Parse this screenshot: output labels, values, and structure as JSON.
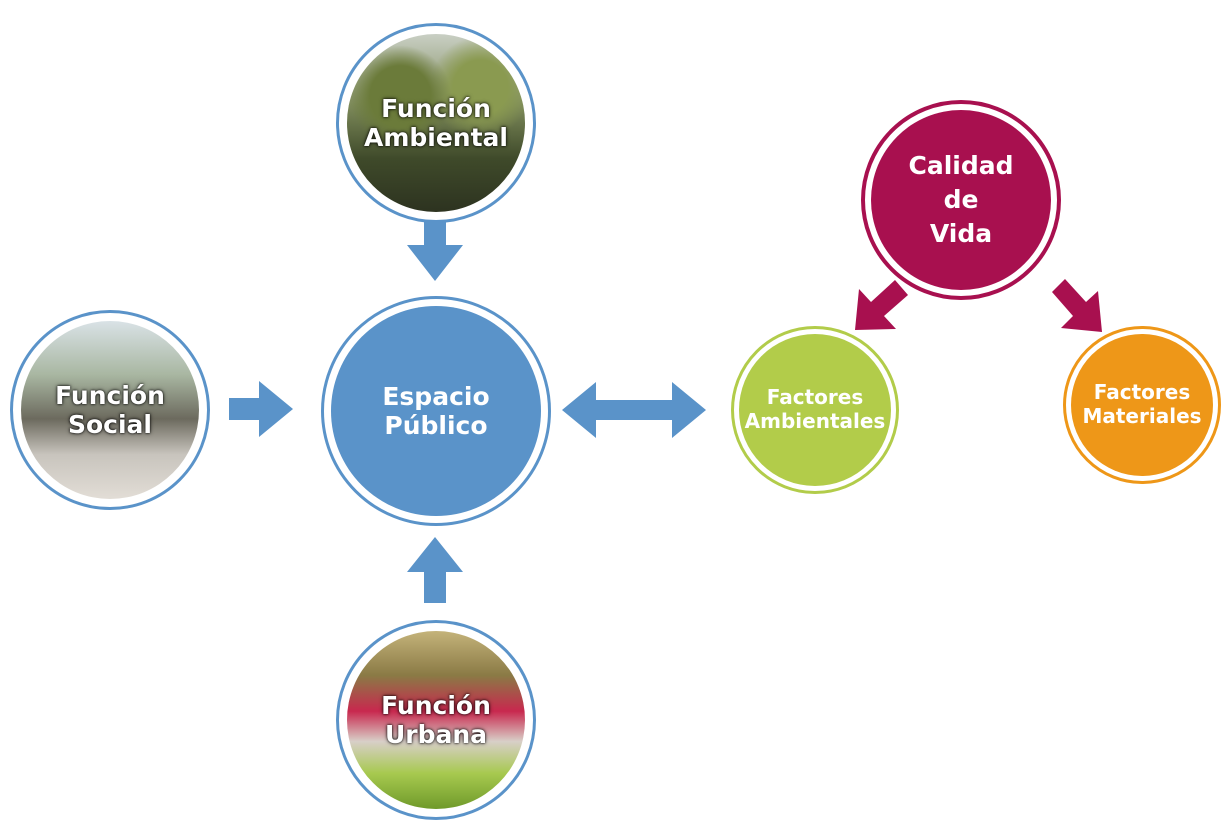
{
  "colors": {
    "blue": "#5a93c9",
    "magenta": "#a8104f",
    "green": "#b2cc4a",
    "orange": "#ee9718"
  },
  "nodes": {
    "ambiental": {
      "line1": "Función",
      "line2": "Ambiental"
    },
    "social": {
      "line1": "Función",
      "line2": "Social"
    },
    "urbana": {
      "line1": "Función",
      "line2": "Urbana"
    },
    "espacio": {
      "line1": "Espacio",
      "line2": "Público"
    },
    "calidad": {
      "line1": "Calidad",
      "line2": "de",
      "line3": "Vida"
    },
    "ambientales": {
      "line1": "Factores",
      "line2": "Ambientales"
    },
    "materiales": {
      "line1": "Factores",
      "line2": "Materiales"
    }
  },
  "connections": [
    {
      "from": "Función Ambiental",
      "to": "Espacio Público",
      "type": "one-way"
    },
    {
      "from": "Función Social",
      "to": "Espacio Público",
      "type": "one-way"
    },
    {
      "from": "Función Urbana",
      "to": "Espacio Público",
      "type": "one-way"
    },
    {
      "from": "Espacio Público",
      "to": "Factores Ambientales",
      "type": "two-way"
    },
    {
      "from": "Calidad de Vida",
      "to": "Factores Ambientales",
      "type": "one-way"
    },
    {
      "from": "Calidad de Vida",
      "to": "Factores Materiales",
      "type": "one-way"
    }
  ]
}
